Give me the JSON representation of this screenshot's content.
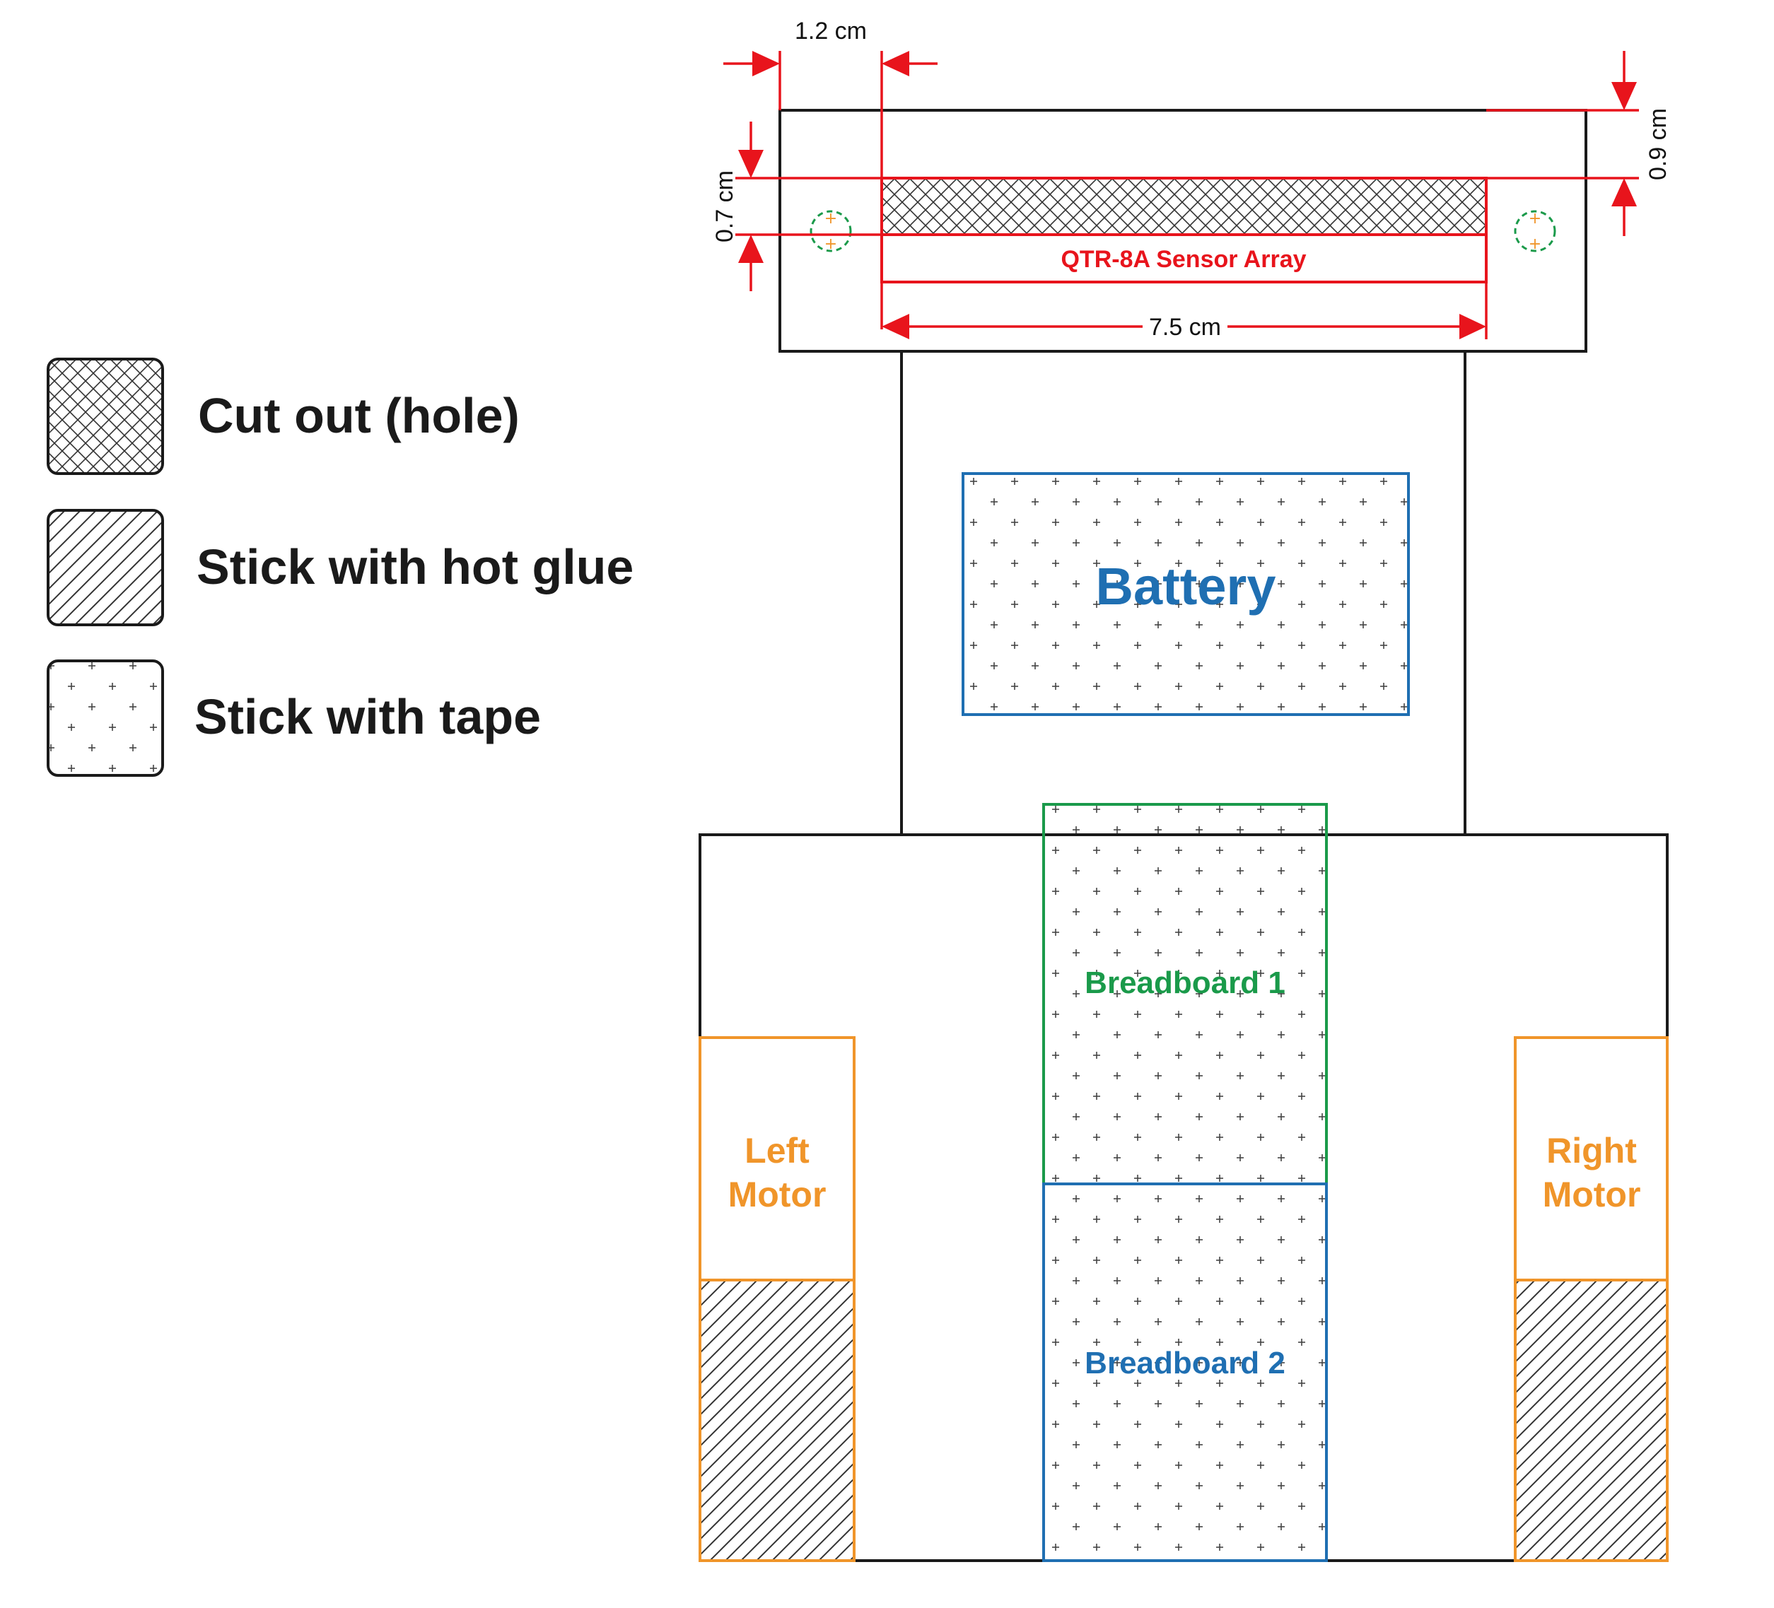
{
  "legend": {
    "cut_out": "Cut out (hole)",
    "hot_glue": "Stick with hot glue",
    "tape": "Stick with tape"
  },
  "dimensions": {
    "left_offset": "1.2 cm",
    "sensor_height": "0.7 cm",
    "top_offset": "0.9 cm",
    "sensor_width": "7.5 cm"
  },
  "components": {
    "sensor": "QTR-8A Sensor Array",
    "battery": "Battery",
    "breadboard1": "Breadboard 1",
    "breadboard2": "Breadboard 2",
    "left_motor": [
      "Left",
      "Motor"
    ],
    "right_motor": [
      "Right",
      "Motor"
    ]
  },
  "colors": {
    "outline": "#1a1a1a",
    "dimension_red": "#e8141c",
    "battery_blue": "#1f6fb2",
    "breadboard_green": "#1a9a4a",
    "motor_orange": "#f0952a",
    "mount_hole_green": "#1a9a4a"
  }
}
